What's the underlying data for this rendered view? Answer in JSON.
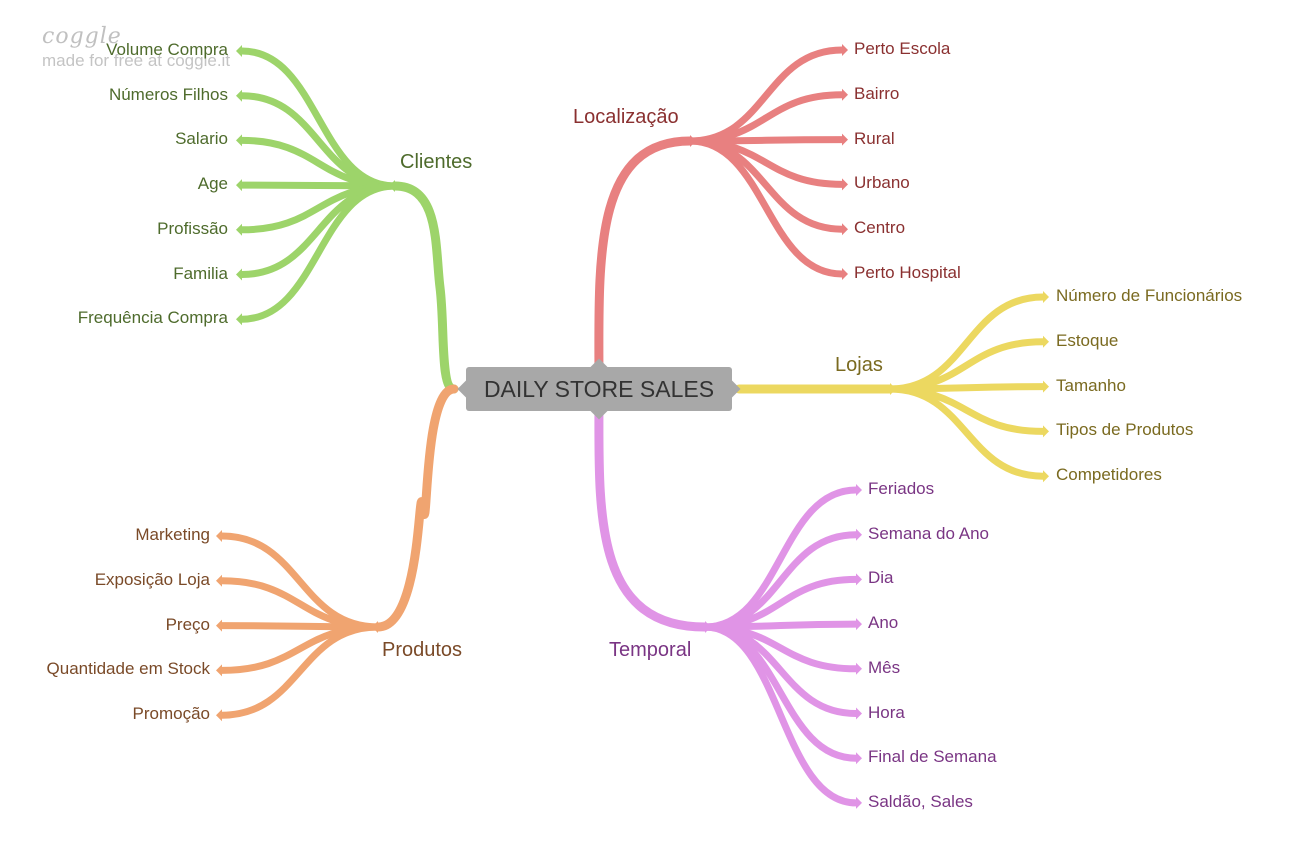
{
  "brand": {
    "logo": "coggle",
    "tagline": "made for free at coggle.it"
  },
  "center": {
    "label": "DAILY STORE SALES",
    "color": "#a8a8a8"
  },
  "branches": [
    {
      "id": "clientes",
      "label": "Clientes",
      "color": "#9dd46a",
      "text_color": "#4e6b2c",
      "children": [
        "Volume Compra",
        "Números Filhos",
        "Salario",
        "Age",
        "Profissão",
        "Familia",
        "Frequência Compra"
      ]
    },
    {
      "id": "produtos",
      "label": "Produtos",
      "color": "#f0a470",
      "text_color": "#7a4a28",
      "children": [
        "Marketing",
        "Exposição Loja",
        "Preço",
        "Quantidade em Stock",
        "Promoção"
      ]
    },
    {
      "id": "localizacao",
      "label": "Localização",
      "color": "#e88080",
      "text_color": "#8a3030",
      "children": [
        "Perto Escola",
        "Bairro",
        "Rural",
        "Urbano",
        "Centro",
        "Perto Hospital"
      ]
    },
    {
      "id": "lojas",
      "label": "Lojas",
      "color": "#ecd860",
      "text_color": "#7a6a20",
      "children": [
        "Número de Funcionários",
        "Estoque",
        "Tamanho",
        "Tipos de Produtos",
        "Competidores"
      ]
    },
    {
      "id": "temporal",
      "label": "Temporal",
      "color": "#e094e6",
      "text_color": "#7a3584",
      "children": [
        "Feriados",
        "Semana do Ano",
        "Dia",
        "Ano",
        "Mês",
        "Hora",
        "Final de Semana",
        "Saldão, Sales"
      ]
    }
  ]
}
